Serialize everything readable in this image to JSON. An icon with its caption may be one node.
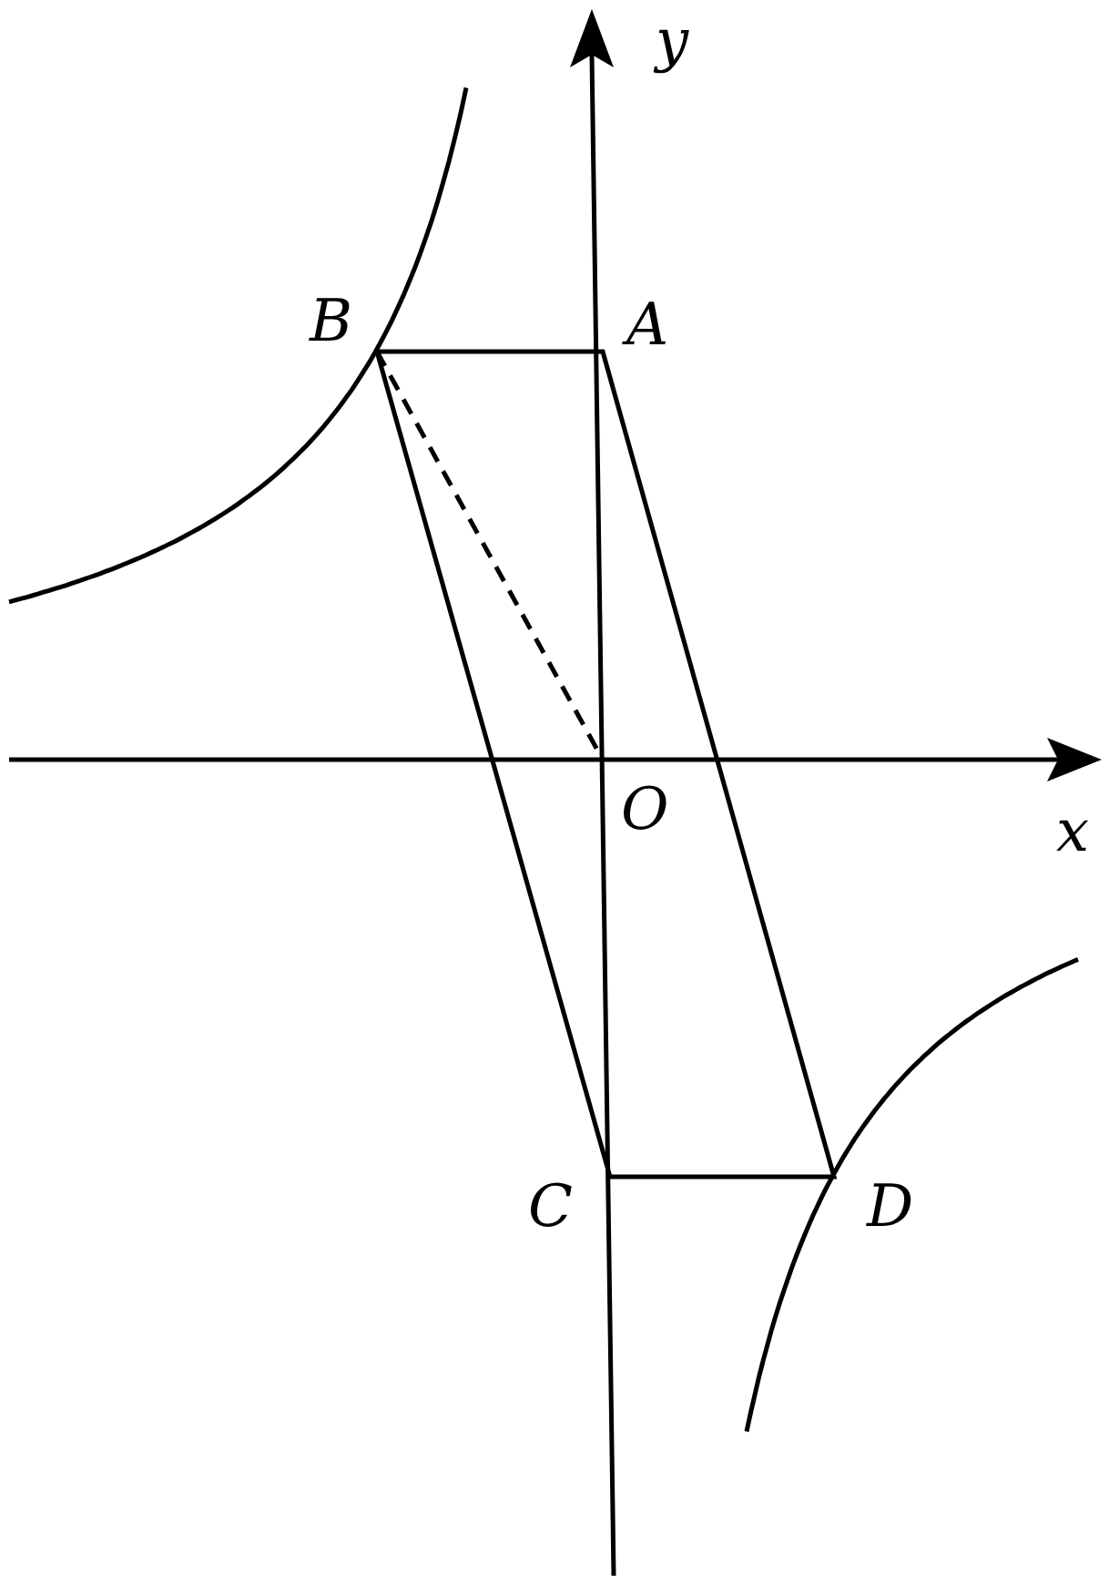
{
  "diagram": {
    "labels": [
      "y",
      "B",
      "A",
      "O",
      "x",
      "C",
      "D"
    ]
  }
}
